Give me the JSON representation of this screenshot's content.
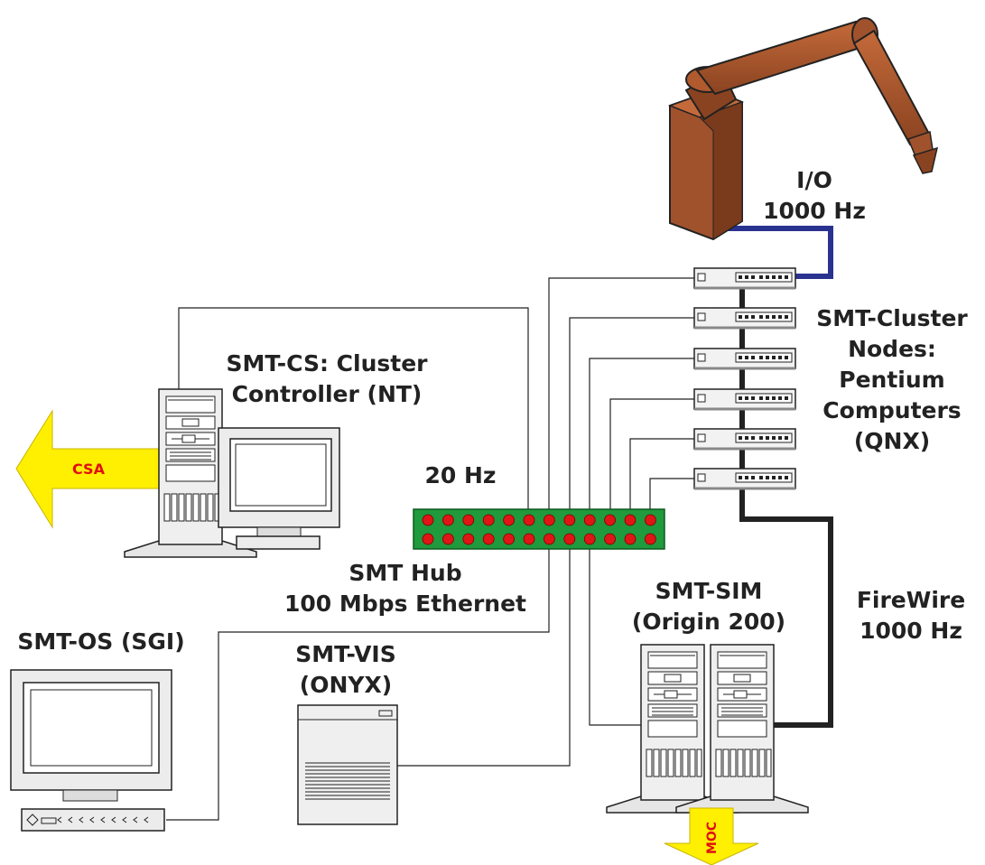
{
  "labels": {
    "io": [
      "I/O",
      "1000 Hz"
    ],
    "cluster_nodes": [
      "SMT-Cluster",
      "Nodes:",
      "Pentium",
      "Computers",
      "(QNX)"
    ],
    "cluster_controller": [
      "SMT-CS: Cluster",
      "Controller (NT)"
    ],
    "rate_20hz": "20 Hz",
    "hub": [
      "SMT Hub",
      "100 Mbps Ethernet"
    ],
    "os": "SMT-OS (SGI)",
    "vis": [
      "SMT-VIS",
      "(ONYX)"
    ],
    "sim": [
      "SMT-SIM",
      "(Origin 200)"
    ],
    "firewire": [
      "FireWire",
      "1000 Hz"
    ]
  },
  "arrows": {
    "csa": "CSA",
    "moc": "MOC"
  },
  "colors": {
    "robot": "#a0522d",
    "robot_dark": "#6b3416",
    "io_link": "#2a3290",
    "hub_green": "#1f9a3c",
    "hub_port": "#e01515",
    "arrow_yellow": "#ffef00",
    "arrow_text": "#e01010",
    "link_line": "#222222"
  }
}
